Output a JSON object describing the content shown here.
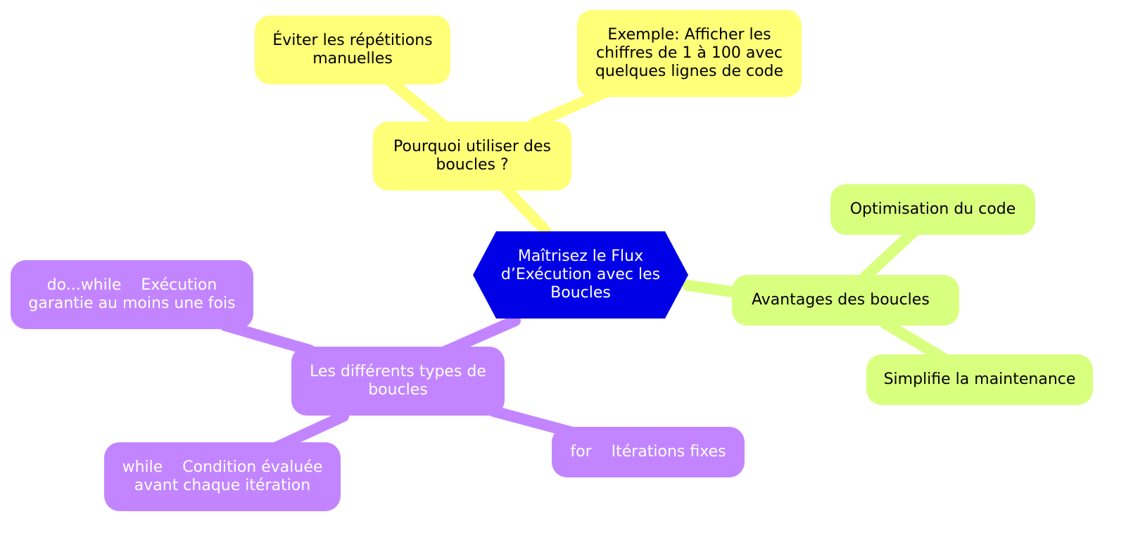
{
  "diagram": {
    "root": {
      "label": "Maîtrisez le Flux d’Exécution avec les Boucles",
      "color": "#0000e6"
    },
    "branches": {
      "why": {
        "label": "Pourquoi utiliser des boucles ?",
        "color": "#ffff78",
        "children": [
          {
            "label": "Éviter les répétitions manuelles"
          },
          {
            "label": "Exemple: Afficher les chiffres de 1 à 100 avec quelques lignes de code"
          }
        ]
      },
      "advantages": {
        "label": "Avantages des boucles",
        "color": "#d9ff7f",
        "children": [
          {
            "label": "Optimisation du code"
          },
          {
            "label": "Simplifie la maintenance"
          }
        ]
      },
      "types": {
        "label": "Les différents types de boucles",
        "color": "#c285ff",
        "children": [
          {
            "label": "do...while    Exécution garantie au moins une fois"
          },
          {
            "label": "while    Condition évaluée avant chaque itération"
          },
          {
            "label": "for    Itérations fixes"
          }
        ]
      }
    }
  }
}
